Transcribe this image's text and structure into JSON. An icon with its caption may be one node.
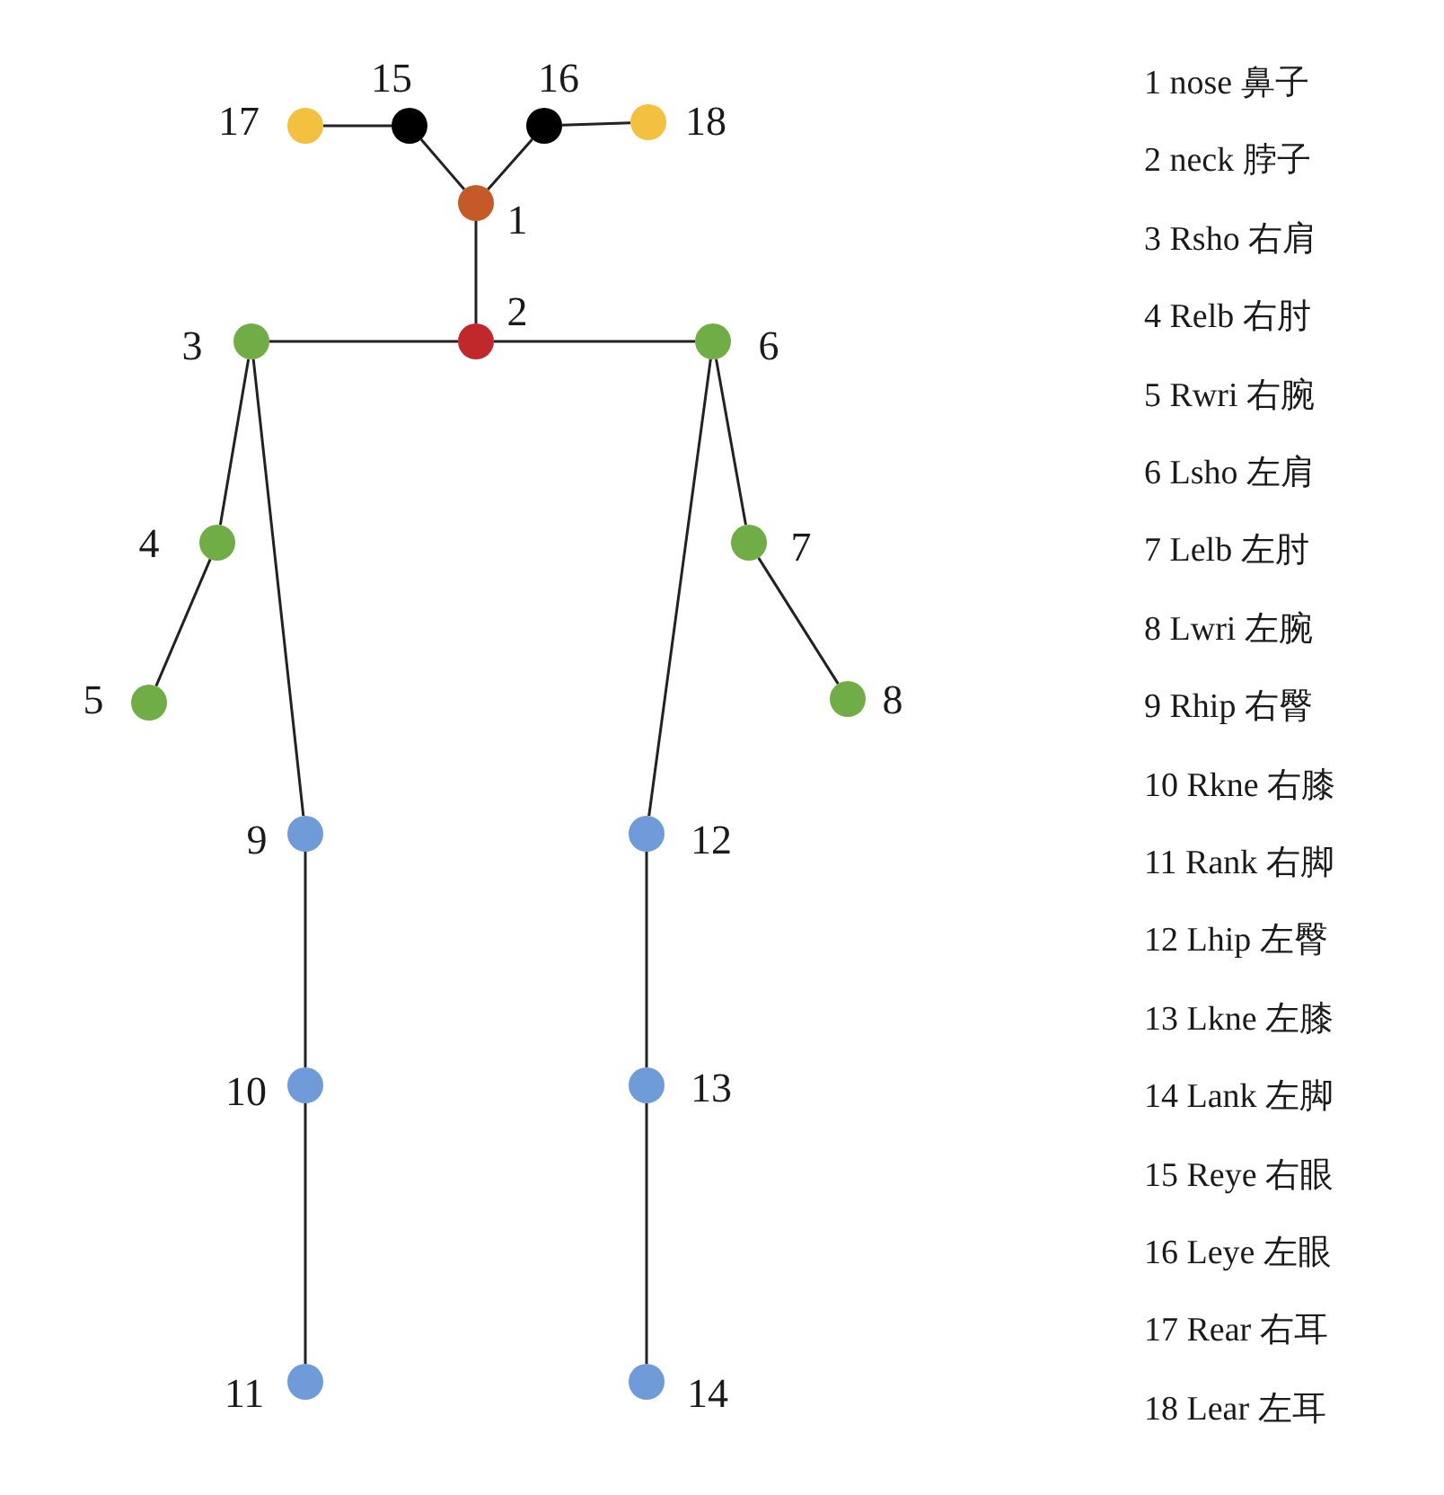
{
  "diagram": {
    "nodes": [
      {
        "text": [],
        "shape": "circle",
        "beside": [
          "1"
        ]
      },
      {
        "text": [],
        "shape": "circle",
        "beside": [
          "2"
        ]
      },
      {
        "text": [],
        "shape": "circle",
        "beside": [
          "3"
        ]
      },
      {
        "text": [],
        "shape": "circle",
        "beside": [
          "4"
        ]
      },
      {
        "text": [],
        "shape": "circle",
        "beside": [
          "5"
        ]
      },
      {
        "text": [],
        "shape": "circle",
        "beside": [
          "6"
        ]
      },
      {
        "text": [],
        "shape": "circle",
        "beside": [
          "7"
        ]
      },
      {
        "text": [],
        "shape": "circle",
        "beside": [
          "8"
        ]
      },
      {
        "text": [],
        "shape": "circle",
        "beside": [
          "9"
        ]
      },
      {
        "text": [],
        "shape": "circle",
        "beside": [
          "10"
        ]
      },
      {
        "text": [],
        "shape": "circle",
        "beside": [
          "11"
        ]
      },
      {
        "text": [],
        "shape": "circle",
        "beside": [
          "12"
        ]
      },
      {
        "text": [],
        "shape": "circle",
        "beside": [
          "13"
        ]
      },
      {
        "text": [],
        "shape": "circle",
        "beside": [
          "14"
        ]
      },
      {
        "text": [],
        "shape": "circle",
        "beside": [
          "15"
        ]
      },
      {
        "text": [],
        "shape": "circle",
        "beside": [
          "16"
        ]
      },
      {
        "text": [],
        "shape": "circle",
        "beside": [
          "17"
        ]
      },
      {
        "text": [],
        "shape": "circle",
        "beside": [
          "18"
        ]
      }
    ],
    "edges": [
      {
        "from": 0,
        "to": 1,
        "arrow": "none"
      },
      {
        "from": 1,
        "to": 2,
        "arrow": "none"
      },
      {
        "from": 1,
        "to": 5,
        "arrow": "none"
      },
      {
        "from": 2,
        "to": 3,
        "arrow": "none"
      },
      {
        "from": 3,
        "to": 4,
        "arrow": "none"
      },
      {
        "from": 5,
        "to": 6,
        "arrow": "none"
      },
      {
        "from": 6,
        "to": 7,
        "arrow": "none"
      },
      {
        "from": 2,
        "to": 8,
        "arrow": "none"
      },
      {
        "from": 8,
        "to": 9,
        "arrow": "none"
      },
      {
        "from": 9,
        "to": 10,
        "arrow": "none"
      },
      {
        "from": 5,
        "to": 11,
        "arrow": "none"
      },
      {
        "from": 11,
        "to": 12,
        "arrow": "none"
      },
      {
        "from": 12,
        "to": 13,
        "arrow": "none"
      },
      {
        "from": 0,
        "to": 14,
        "arrow": "none"
      },
      {
        "from": 14,
        "to": 16,
        "arrow": "none"
      },
      {
        "from": 0,
        "to": 15,
        "arrow": "none"
      },
      {
        "from": 15,
        "to": 17,
        "arrow": "none"
      }
    ],
    "labels": [
      "1 nose 鼻子",
      "2 neck 脖子",
      "3 Rsho 右肩",
      "4 Relb 右肘",
      "5 Rwri 右腕",
      "6 Lsho 左肩",
      "7 Lelb 左肘",
      "8 Lwri 左腕",
      "9 Rhip 右臀",
      "10 Rkne 右膝",
      "11 Rank 右脚",
      "12 Lhip 左臀",
      "13 Lkne 左膝",
      "14 Lank 左脚",
      "15 Reye 右眼",
      "16 Leye 左眼",
      "17 Rear 右耳",
      "18 Lear 左耳"
    ]
  }
}
